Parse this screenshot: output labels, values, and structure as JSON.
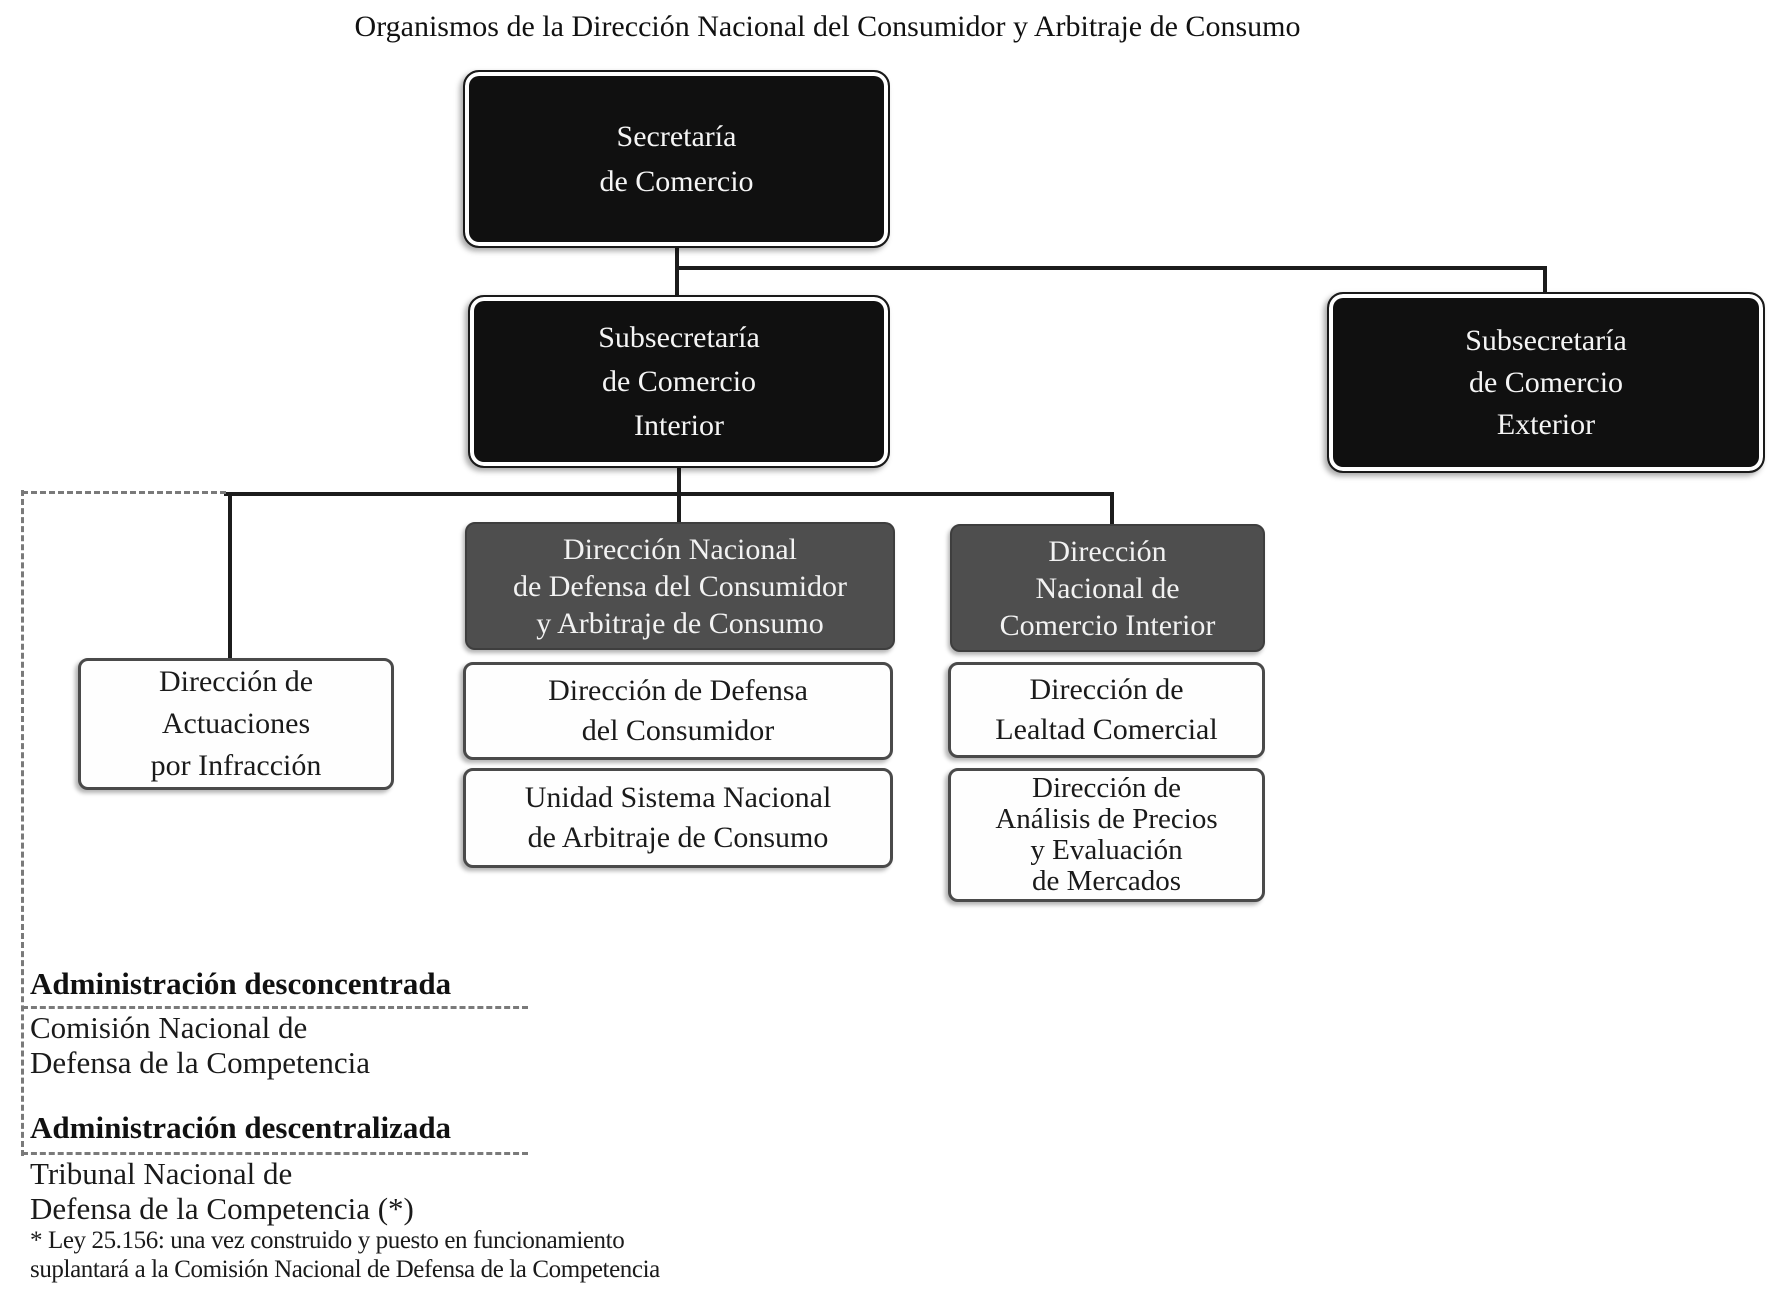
{
  "title": "Organismos de la Dirección Nacional del Consumidor y Arbitraje de Consumo",
  "nodes": {
    "secretaria": {
      "label": "Secretaría\nde Comercio",
      "style": "black"
    },
    "subsecretaria_interior": {
      "label": "Subsecretaría\nde Comercio\nInterior",
      "style": "black"
    },
    "subsecretaria_exterior": {
      "label": "Subsecretaría\nde Comercio\nExterior",
      "style": "black"
    },
    "dir_nacional_defensa_consumidor": {
      "label": "Dirección Nacional\nde Defensa del Consumidor\ny Arbitraje de Consumo",
      "style": "gray"
    },
    "dir_nacional_comercio_interior": {
      "label": "Dirección\nNacional de\nComercio Interior",
      "style": "gray"
    },
    "dir_actuaciones_infraccion": {
      "label": "Dirección de\nActuaciones\npor Infracción",
      "style": "white"
    },
    "dir_defensa_consumidor": {
      "label": "Dirección de Defensa\ndel Consumidor",
      "style": "white"
    },
    "unidad_sistema_arbitraje": {
      "label": "Unidad Sistema Nacional\nde Arbitraje de Consumo",
      "style": "white"
    },
    "dir_lealtad_comercial": {
      "label": "Dirección de\nLealtad Comercial",
      "style": "white"
    },
    "dir_analisis_precios": {
      "label": "Dirección de\nAnálisis de Precios\ny Evaluación\nde Mercados",
      "style": "white"
    }
  },
  "edges": [
    {
      "from": "secretaria",
      "to": "subsecretaria_interior"
    },
    {
      "from": "secretaria",
      "to": "subsecretaria_exterior"
    },
    {
      "from": "subsecretaria_interior",
      "to": "dir_nacional_defensa_consumidor"
    },
    {
      "from": "subsecretaria_interior",
      "to": "dir_nacional_comercio_interior"
    },
    {
      "from": "subsecretaria_interior",
      "to": "dir_actuaciones_infraccion"
    },
    {
      "from": "dir_nacional_defensa_consumidor",
      "to": "dir_defensa_consumidor"
    },
    {
      "from": "dir_nacional_defensa_consumidor",
      "to": "unidad_sistema_arbitraje"
    },
    {
      "from": "dir_nacional_comercio_interior",
      "to": "dir_lealtad_comercial"
    },
    {
      "from": "dir_nacional_comercio_interior",
      "to": "dir_analisis_precios"
    }
  ],
  "sections": {
    "desconcentrada": {
      "heading": "Administración desconcentrada",
      "body": "Comisión Nacional de\nDefensa de la Competencia"
    },
    "descentralizada": {
      "heading": "Administración descentralizada",
      "body": "Tribunal Nacional de\nDefensa de la Competencia (*)"
    },
    "footnote": "* Ley 25.156: una vez construido y puesto en funcionamiento\nsuplantará a la Comisión Nacional de Defensa de la Competencia"
  },
  "colors": {
    "box_black": "#101010",
    "box_gray": "#4e4e4e",
    "box_white": "#fefefe",
    "box_border": "#4a4a4a",
    "connector_line": "#1c1c1c",
    "dashed_line": "#7a7a7a",
    "text_dark": "#1a1a1a",
    "text_light": "#f5f5f5"
  }
}
